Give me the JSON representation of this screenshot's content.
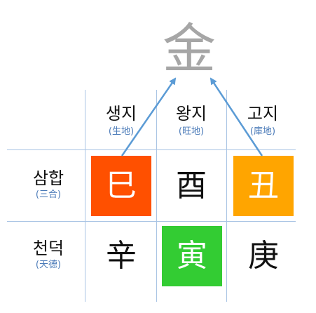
{
  "title_char": "金",
  "columns": [
    {
      "ko": "생지",
      "hanja": "(生地)"
    },
    {
      "ko": "왕지",
      "hanja": "(旺地)"
    },
    {
      "ko": "고지",
      "hanja": "(庫地)"
    }
  ],
  "rows": [
    {
      "ko": "삼합",
      "hanja": "(三合)"
    },
    {
      "ko": "천덕",
      "hanja": "(天德)"
    }
  ],
  "cells": {
    "samhap": [
      {
        "char": "巳",
        "bg": "#ff5000",
        "color": "#ffffff"
      },
      {
        "char": "酉",
        "bg": "#ffffff",
        "color": "#111111"
      },
      {
        "char": "丑",
        "bg": "#ffa500",
        "color": "#ffffff"
      }
    ],
    "cheondeok": [
      {
        "char": "辛",
        "bg": "#ffffff",
        "color": "#111111"
      },
      {
        "char": "寅",
        "bg": "#33cc33",
        "color": "#ffffff"
      },
      {
        "char": "庚",
        "bg": "#ffffff",
        "color": "#111111"
      }
    ]
  },
  "colors": {
    "grid_line": "#a9c4e4",
    "arrow": "#5b9bd5",
    "hanja_label": "#4a7ab8",
    "title": "#a6a6a6"
  }
}
